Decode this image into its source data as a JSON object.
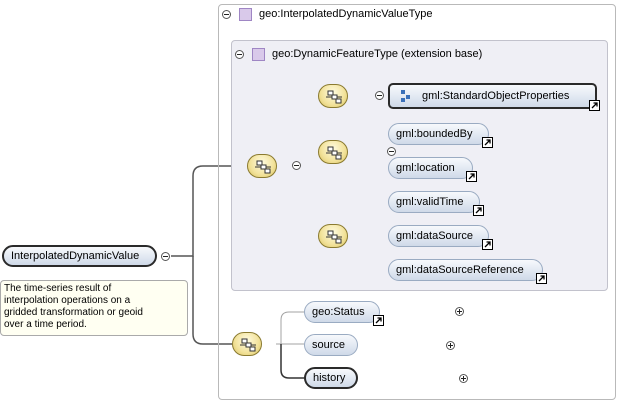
{
  "root": {
    "label": "InterpolatedDynamicValue",
    "documentation": [
      "The time-series result of",
      "interpolation operations on a",
      "gridded transformation or geoid",
      "over a time period."
    ]
  },
  "type_header": "geo:InterpolatedDynamicValueType",
  "extension_header": "geo:DynamicFeatureType (extension base)",
  "elements": {
    "standard_props": "gml:StandardObjectProperties",
    "bounded_by": "gml:boundedBy",
    "location": "gml:location",
    "valid_time": "gml:validTime",
    "data_source": "gml:dataSource",
    "data_source_ref": "gml:dataSourceReference",
    "status": "geo:Status",
    "source": "source",
    "history": "history"
  },
  "colors": {
    "element_fill": "#e1e8f2",
    "sequence_fill": "#f2e29a",
    "extension_bg": "#efeff5",
    "doc_bg": "#fffff2"
  }
}
